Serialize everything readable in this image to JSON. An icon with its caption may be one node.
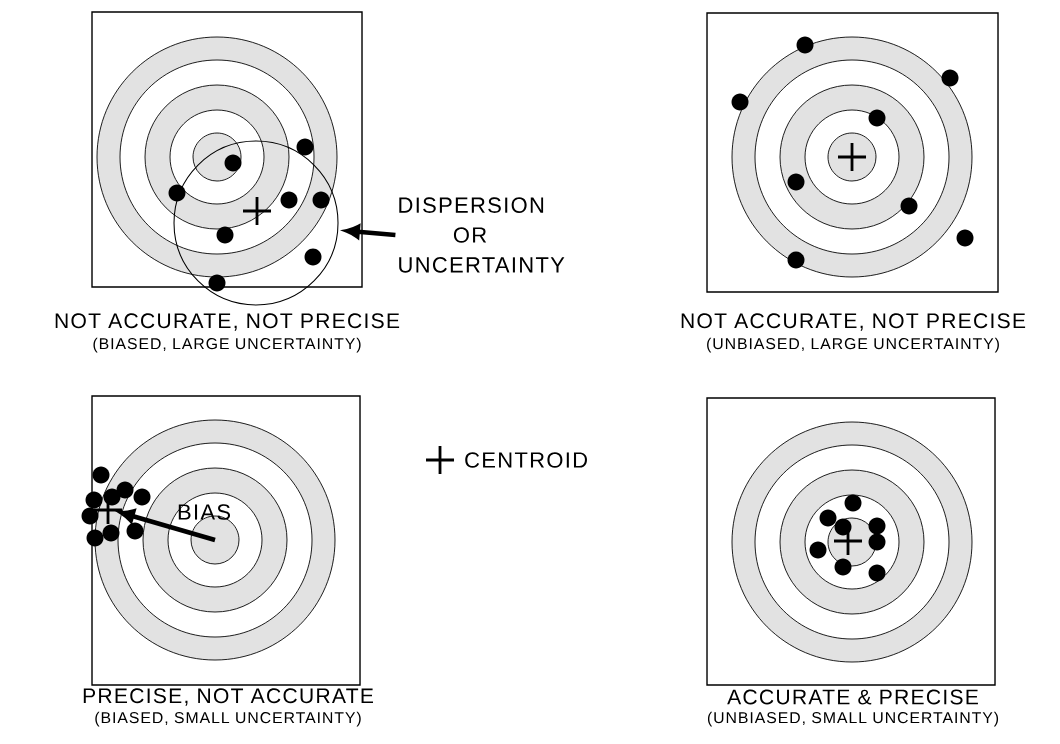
{
  "diagram": {
    "nodes": [
      {
        "text": [
          "NOT ACCURATE, NOT PRECISE",
          "(BIASED, LARGE UNCERTAINTY)"
        ]
      },
      {
        "text": [],
        "shape": "circle"
      },
      {
        "text": [
          "DISPERSION OR UNCERTAINTY"
        ]
      },
      {
        "text": [
          "NOT ACCURATE, NOT PRECISE",
          "(UNBIASED, LARGE UNCERTAINTY)"
        ]
      },
      {
        "text": [
          "PRECISE, NOT ACCURATE",
          "(BIASED, SMALL UNCERTAINTY)"
        ]
      },
      {
        "text": [
          "ACCURATE & PRECISE",
          "(UNBIASED, SMALL UNCERTAINTY)"
        ]
      }
    ],
    "edges": [
      {
        "from": 2,
        "to": 1,
        "arrow": "to"
      }
    ],
    "labels": [
      "BIAS"
    ],
    "legend": [
      {
        "text": "CENTROID"
      }
    ]
  }
}
